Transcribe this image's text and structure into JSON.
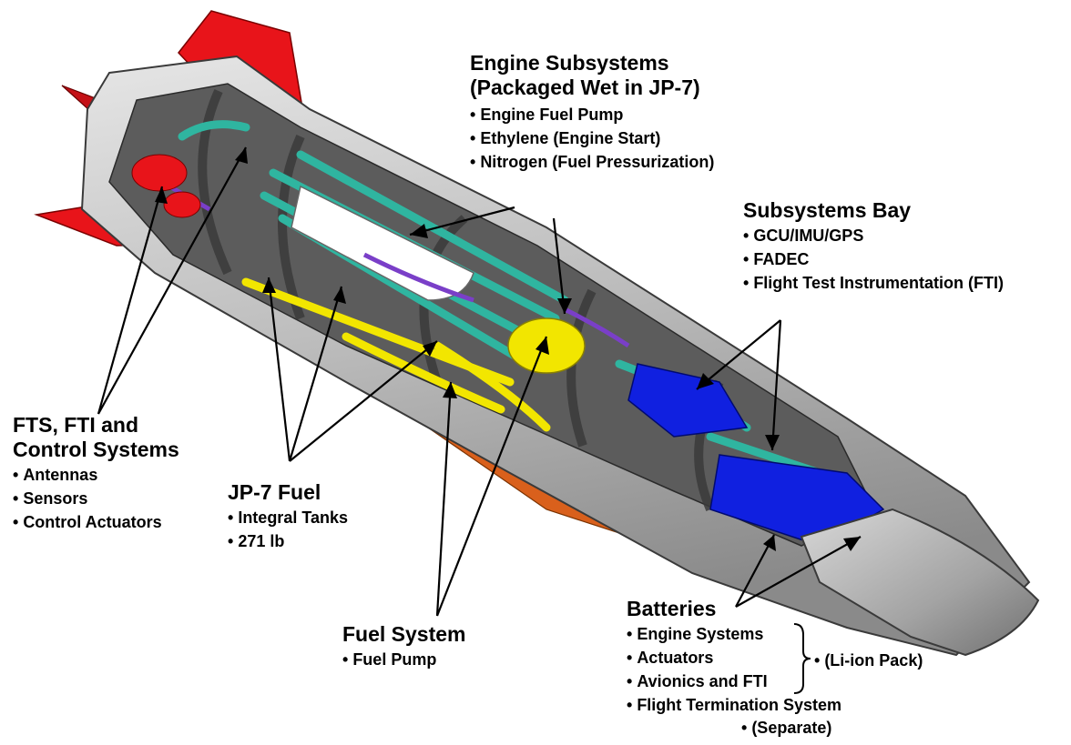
{
  "callouts": {
    "engine": {
      "title_line1": "Engine Subsystems",
      "title_line2": "(Packaged Wet in JP-7)",
      "items": [
        "Engine Fuel Pump",
        "Ethylene (Engine Start)",
        "Nitrogen (Fuel Pressurization)"
      ]
    },
    "subsystems_bay": {
      "title": "Subsystems Bay",
      "items": [
        "GCU/IMU/GPS",
        "FADEC",
        "Flight Test Instrumentation (FTI)"
      ]
    },
    "fts": {
      "title_line1": "FTS, FTI and",
      "title_line2": "Control Systems",
      "items": [
        "Antennas",
        "Sensors",
        "Control Actuators"
      ]
    },
    "jp7": {
      "title": "JP-7 Fuel",
      "items": [
        "Integral Tanks",
        "271 lb"
      ]
    },
    "fuel_system": {
      "title": "Fuel System",
      "items": [
        "Fuel Pump"
      ]
    },
    "batteries": {
      "title": "Batteries",
      "items": [
        "Engine Systems",
        "Actuators",
        "Avionics and FTI",
        "Flight Termination System"
      ],
      "bracket_label": "(Li-ion Pack)",
      "separate_note": "(Separate)"
    }
  },
  "colors": {
    "fins": "#e8141a",
    "airframe": "#b9b9b9",
    "frame_dark": "#4a4a4a",
    "harness": "#2fb5a0",
    "yellow_lines": "#f2e600",
    "avionics_blue": "#1020e0",
    "nose": "#a8a8a8",
    "underbelly": "#d9601c",
    "purple_lines": "#7a3fc8"
  }
}
